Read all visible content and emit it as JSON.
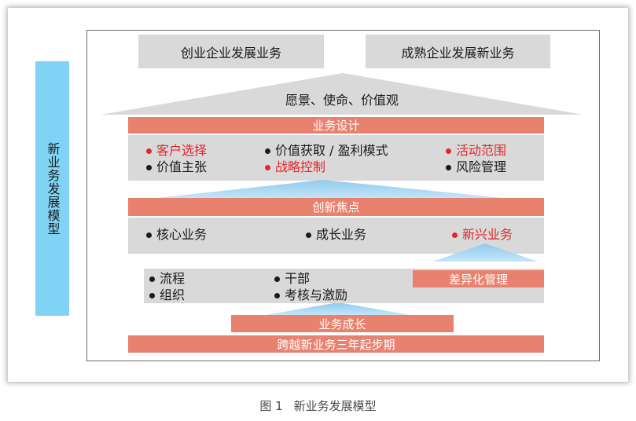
{
  "side_label": "新业务发展模型",
  "top_boxes": {
    "startup": "创业企业发展业务",
    "mature": "成熟企业发展新业务"
  },
  "roof": "愿景、使命、价值观",
  "design": {
    "title": "业务设计",
    "items": [
      {
        "text": "客户选择",
        "highlight": true
      },
      {
        "text": "价值主张",
        "highlight": false
      },
      {
        "text": "价值获取 / 盈利模式",
        "highlight": false
      },
      {
        "text": "战略控制",
        "highlight": true
      },
      {
        "text": "活动范围",
        "highlight": true
      },
      {
        "text": "风险管理",
        "highlight": false
      }
    ]
  },
  "innovation": {
    "title": "创新焦点",
    "items": [
      {
        "text": "核心业务",
        "highlight": false
      },
      {
        "text": "成长业务",
        "highlight": false
      },
      {
        "text": "新兴业务",
        "highlight": true
      }
    ]
  },
  "management": {
    "items": [
      {
        "text": "流程",
        "highlight": false
      },
      {
        "text": "组织",
        "highlight": false
      },
      {
        "text": "干部",
        "highlight": false
      },
      {
        "text": "考核与激励",
        "highlight": false
      }
    ],
    "differentiation": "差异化管理"
  },
  "growth": "业务成长",
  "foundation": "跨越新业务三年起步期",
  "caption": {
    "label": "图 1",
    "title": "新业务发展模型"
  },
  "colors": {
    "label_blue": "#80d3f5",
    "box_gray": "#d9d9d9",
    "bar_salmon": "#e8826f",
    "highlight_red": "#e3262c",
    "arrow_blue": "#8fcaee",
    "arrow_blue_light": "#c4e5f8"
  }
}
